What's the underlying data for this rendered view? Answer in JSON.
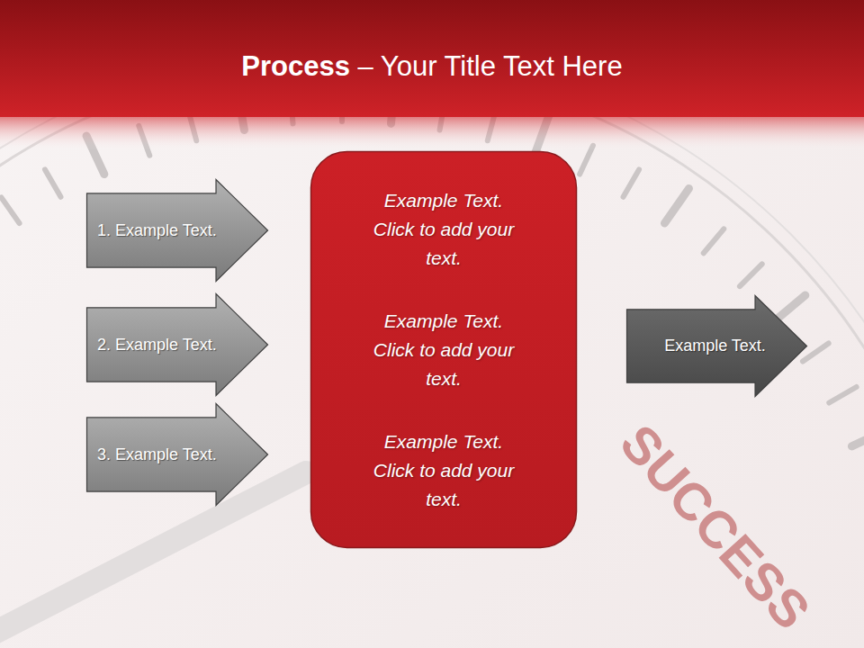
{
  "diagram": {
    "title": "Process – Your Title Text Here",
    "nodes": [
      {
        "text": [
          "1. Example Text."
        ]
      },
      {
        "text": [
          "2. Example Text."
        ]
      },
      {
        "text": [
          "3. Example Text."
        ]
      },
      {
        "text": [
          "Example Text. Click to add your text.",
          "Example Text. Click to add your text.",
          "Example Text. Click to add your text."
        ]
      },
      {
        "text": [
          "Example Text."
        ]
      }
    ],
    "labels": [
      "SUCCESS"
    ]
  }
}
